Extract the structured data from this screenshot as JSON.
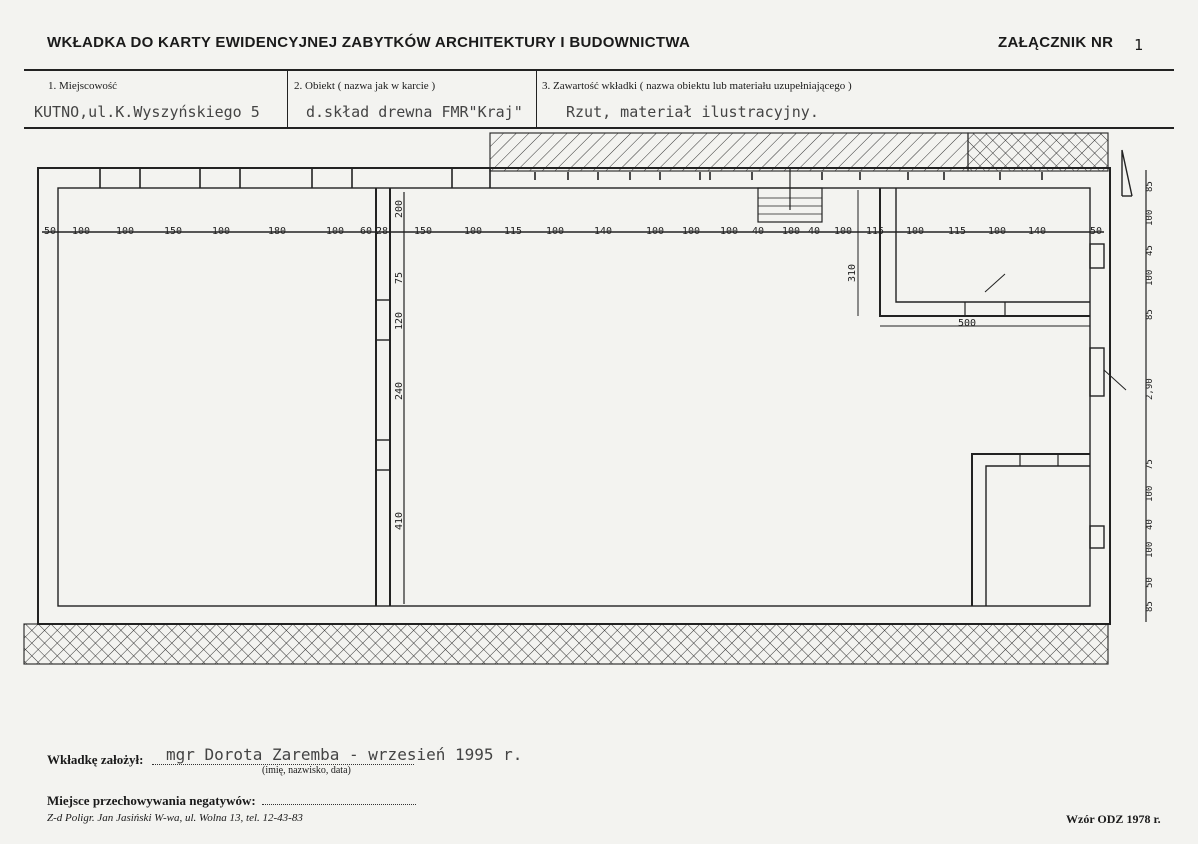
{
  "header": {
    "title": "WKŁADKA DO KARTY EWIDENCYJNEJ ZABYTKÓW ARCHITEKTURY I BUDOWNICTWA",
    "attachment_label": "ZAŁĄCZNIK NR",
    "attachment_number": "1"
  },
  "fields": {
    "locality": {
      "label": "1. Miejscowość",
      "value": "KUTNO,ul.K.Wyszyńskiego 5"
    },
    "object": {
      "label": "2. Obiekt ( nazwa jak w karcie )",
      "value": "d.skład drewna FMR\"Kraj\""
    },
    "content": {
      "label": "3. Zawartość wkładki ( nazwa obiektu lub materiału uzupełniającego )",
      "value": "Rzut, materiał ilustracyjny."
    }
  },
  "plan": {
    "top_dimensions": [
      "50",
      "100",
      "100",
      "150",
      "100",
      "180",
      "100",
      "60",
      "28",
      "150",
      "100",
      "115",
      "100",
      "140",
      "100",
      "100",
      "100",
      "40",
      "100",
      "40",
      "100",
      "115",
      "100",
      "115",
      "100",
      "140",
      "50"
    ],
    "vertical_dimensions_middle": [
      "200",
      "75",
      "120",
      "240",
      "410"
    ],
    "room_depth_dimension": "310",
    "room_width_dimension": "500",
    "right_dimensions": [
      "85",
      "100",
      "45",
      "100",
      "85",
      "2,90",
      "75",
      "100",
      "40",
      "100",
      "50",
      "85"
    ]
  },
  "footer": {
    "founder_label": "Wkładkę założył:",
    "founder_value": "mgr Dorota Zaremba - wrzesień 1995 r.",
    "founder_caption": "(imię, nazwisko, data)",
    "negatives_label": "Miejsce przechowywania negatywów:",
    "printer": "Z-d Poligr. Jan Jasiński W-wa, ul. Wolna 13, tel. 12-43-83",
    "model": "Wzór ODZ 1978 r."
  }
}
